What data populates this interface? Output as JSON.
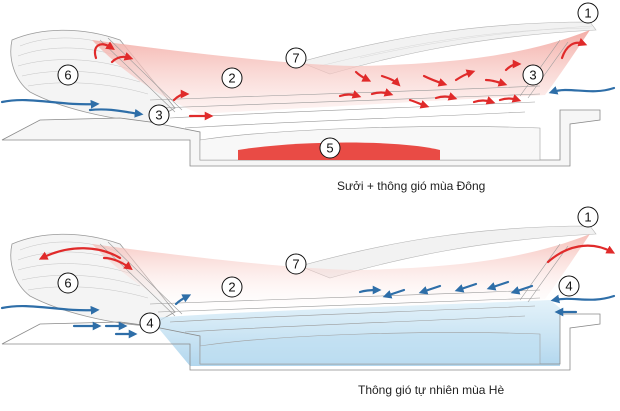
{
  "captions": {
    "winter": "Sưởi + thông gió mùa Đông",
    "summer": "Thông gió tự nhiên mùa Hè"
  },
  "winter_markers": [
    "1",
    "7",
    "6",
    "2",
    "3",
    "3",
    "5"
  ],
  "summer_markers": [
    "1",
    "7",
    "6",
    "2",
    "4",
    "4"
  ],
  "colors": {
    "warm_air": "#e02a2a",
    "warm_fill": "#f7c9c4",
    "cool_air": "#2e6ea8",
    "cool_fill": "#c9e3f2",
    "heated_floor": "#e94b45",
    "structure": "#8a8a8a"
  },
  "icons": [
    "warm-air-arrow-icon",
    "cool-air-arrow-icon"
  ]
}
